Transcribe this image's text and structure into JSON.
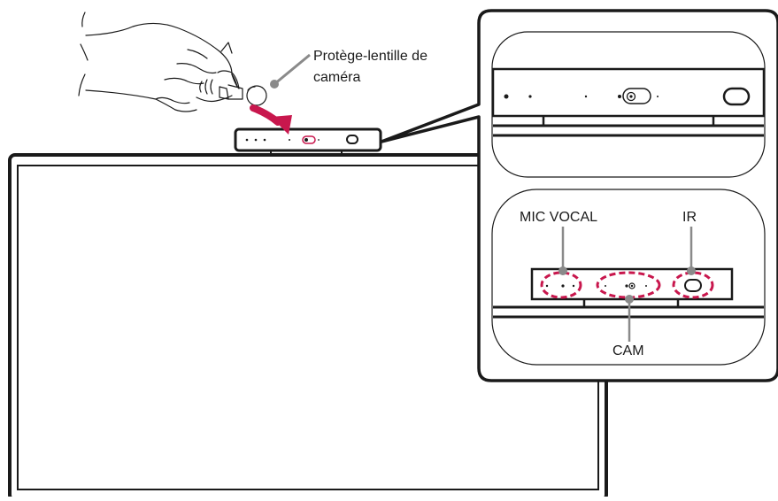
{
  "labels": {
    "cover_line1": "Protège-lentille de",
    "cover_line2": "caméra",
    "mic": "MIC VOCAL",
    "ir": "IR",
    "cam": "CAM"
  },
  "colors": {
    "outline": "#1a1a1a",
    "accent": "#c8174d",
    "callout_stroke": "#8a8a8a"
  },
  "icons": {
    "hand": "hand-holding-lens-cover-icon",
    "arrow": "curved-arrow-icon"
  }
}
